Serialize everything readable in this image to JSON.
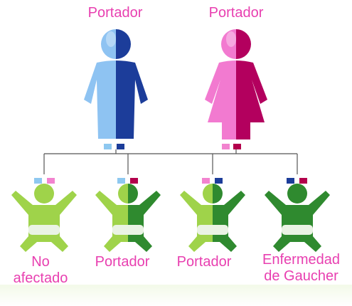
{
  "parents": {
    "father_label": "Portador",
    "mother_label": "Portador"
  },
  "children": [
    {
      "label": "No\nafectado"
    },
    {
      "label": "Portador"
    },
    {
      "label": "Portador"
    },
    {
      "label": "Enfermedad\nde Gaucher"
    }
  ],
  "colors": {
    "label_text": "#e83fb0",
    "father_light": "#8ec3f2",
    "father_dark": "#1c3d9a",
    "mother_light": "#f27ad0",
    "mother_dark": "#b3005e",
    "child_light": "#9fd34a",
    "child_dark": "#2f8a2f",
    "gene_light_blue": "#8ec8f0",
    "gene_dark_blue": "#1c3d9a",
    "gene_pink": "#f283cf",
    "gene_dark_red": "#b3004c"
  },
  "icons": [
    "father-figure-icon",
    "mother-figure-icon",
    "baby-figure-icon"
  ]
}
